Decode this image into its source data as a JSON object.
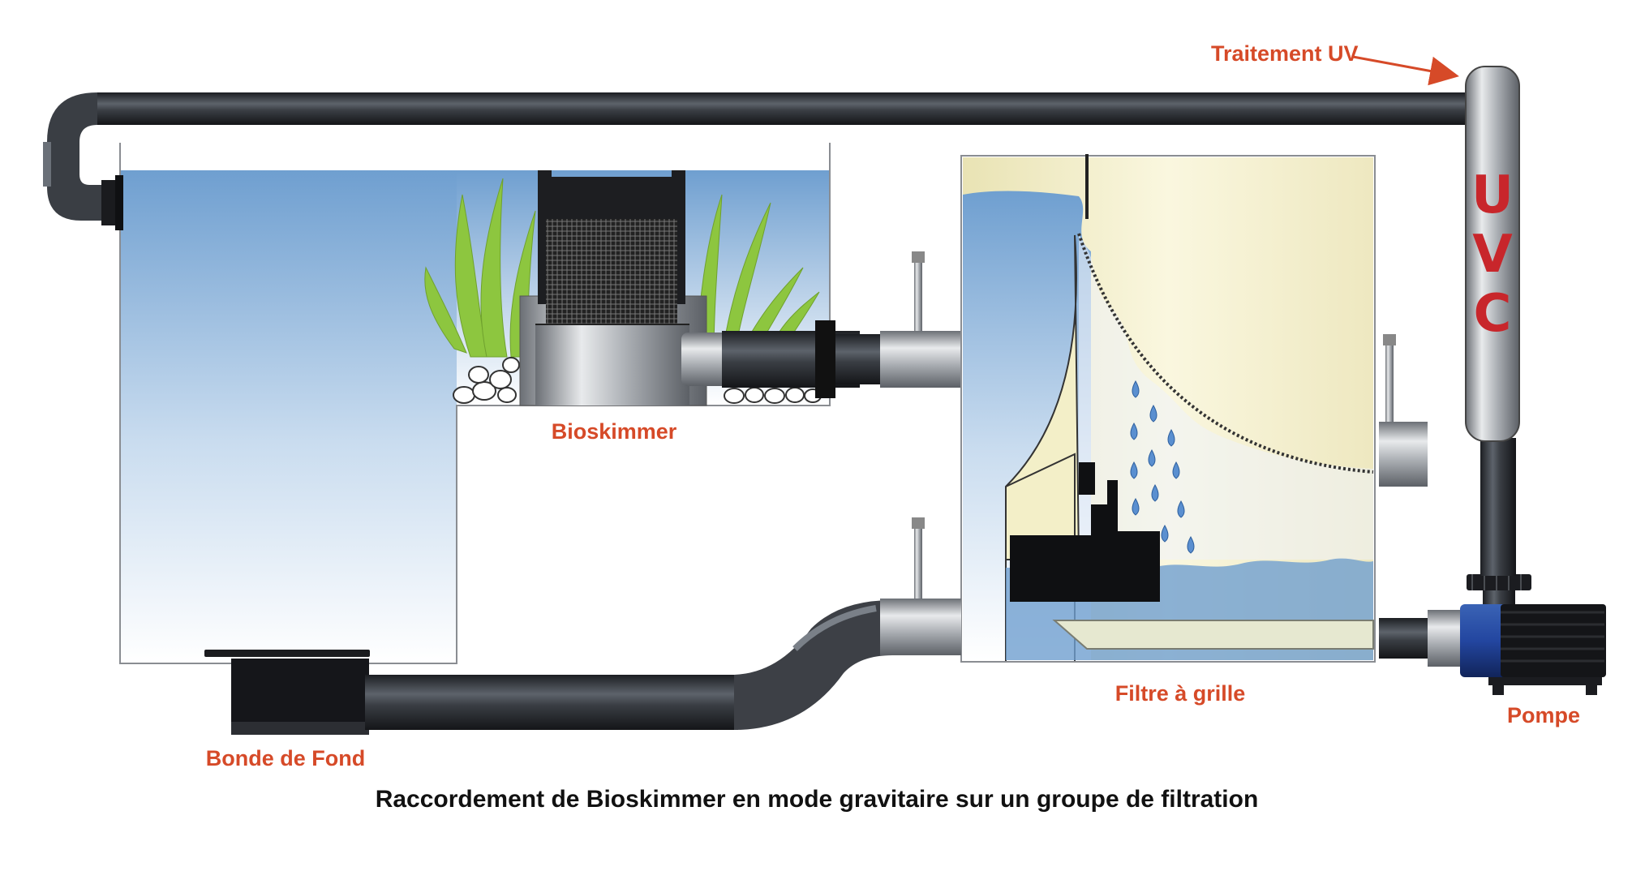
{
  "labels": {
    "uv_treatment": "Traitement UV",
    "uvc": [
      "U",
      "V",
      "C"
    ],
    "bioskimmer": "Bioskimmer",
    "filter": "Filtre à grille",
    "pump": "Pompe",
    "bottom_drain": "Bonde de Fond"
  },
  "caption": "Raccordement de Bioskimmer en mode gravitaire sur un groupe de filtration",
  "colors": {
    "label": "#d64a28",
    "uvc_text": "#c8262b",
    "pipe_dark": "#2b2e33",
    "water_top": "#6f9fd0",
    "plant": "#8dc63f",
    "filter_body": "#f3efc8"
  }
}
